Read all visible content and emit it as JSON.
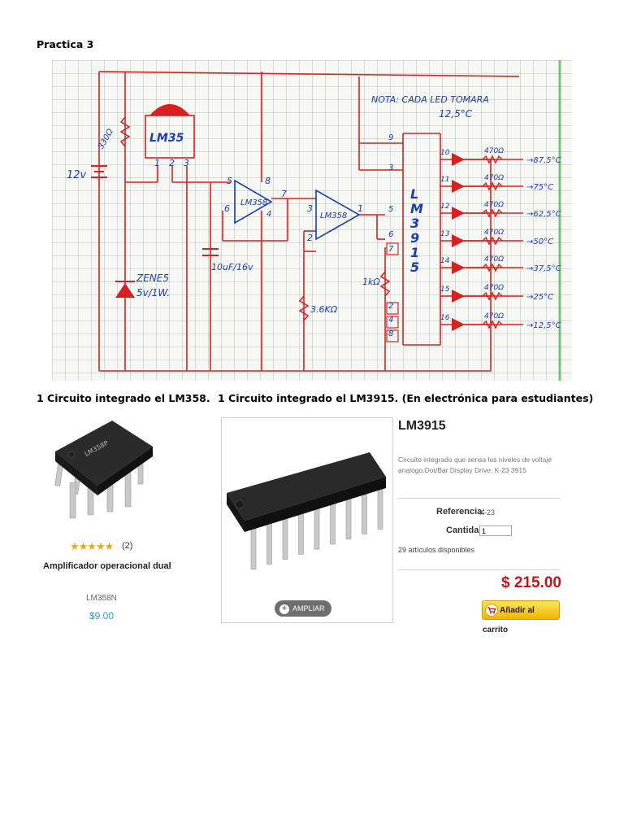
{
  "page": {
    "title": "Practica 3",
    "caption_left": "1 Circuito integrado el LM358.",
    "caption_right": "1 Circuito integrado el LM3915. (En electrónica para estudiantes)"
  },
  "schematic": {
    "note_line1": "NOTA: CADA LED TOMARA",
    "note_line2": "12,5°C",
    "sensor": "LM35",
    "sensor_pins": [
      "1",
      "2",
      "3"
    ],
    "battery": "12v",
    "resistor_top": "330Ω",
    "zener": "ZENE5",
    "zener_value": "5v/1W.",
    "opamp1": "LM358",
    "opamp1_pins": [
      "5",
      "8",
      "7",
      "6",
      "4"
    ],
    "opamp2": "LM358",
    "opamp2_pins": [
      "3",
      "2",
      "1"
    ],
    "capacitor": "10uF/16v",
    "resistor_36k": "3.6KΩ",
    "resistor_1k": "1kΩ",
    "driver": "LM3915",
    "driver_pins_left": [
      "9",
      "3",
      "5",
      "6",
      "7",
      "2",
      "4",
      "8"
    ],
    "led_pins": [
      "10",
      "11",
      "12",
      "13",
      "14",
      "15",
      "16"
    ],
    "led_resistor": "470Ω",
    "temps": [
      "87,5°C",
      "75°C",
      "62,5°C",
      "50°C",
      "37,5°C",
      "25°C",
      "12,5°C"
    ]
  },
  "product_small": {
    "rating_count": "(2)",
    "title": "Amplificador operacional dual",
    "reference": "LM358N",
    "price": "$9.00",
    "chip_marking": "LM358P"
  },
  "product_large": {
    "title": "LM3915",
    "description": "Circuito integrado que sensa los niveles de voltaje analogo.Dot/Bar Display Drive. K-23 3915",
    "reference_label": "Referencia:",
    "reference_value": "K-23",
    "quantity_label": "Cantidad",
    "quantity_value": "1",
    "stock": "29 artículos disponibles",
    "price": "$ 215.00",
    "cart_button": "Añadir al carrito",
    "zoom_button": "AMPLIAR"
  },
  "colors": {
    "wire": "#d92020",
    "handwriting": "#1a3fa8",
    "price_red": "#c0161b",
    "price_blue": "#2a9fd6",
    "cart_yellow": "#f7c51a"
  }
}
